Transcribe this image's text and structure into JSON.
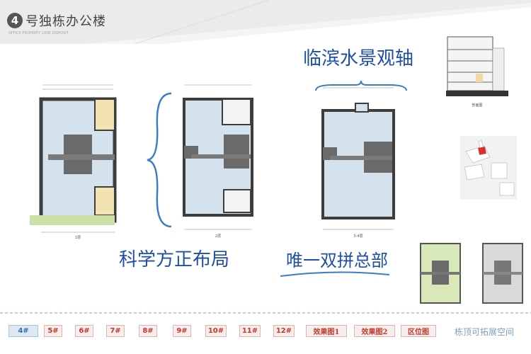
{
  "header": {
    "number": "4",
    "title": "号独栋办公楼",
    "subtitle": "OFFICE PROPERTY CASE DISPOSIT"
  },
  "callouts": {
    "waterfront_axis": "临滨水景观轴",
    "scientific_layout": "科学方正布局",
    "dual_hq": "唯一双拼总部"
  },
  "plans": {
    "floor1_label": "1层",
    "floor2_label": "2层",
    "floor34_label": "3-4层",
    "section_label": "剖面图"
  },
  "nav": {
    "items": [
      "4#",
      "5#",
      "6#",
      "7#",
      "8#",
      "9#",
      "10#",
      "11#",
      "12#",
      "效果图1",
      "效果图2",
      "区位图"
    ],
    "active_index": 0,
    "extra": "栋顶可拓展空间"
  },
  "colors": {
    "accent_blue": "#1f4ea8",
    "room_blue": "#cfe0ea",
    "wall_dark": "#3d3d3d",
    "nav_red": "#c0392b",
    "nav_active_bg": "#dce8f3"
  }
}
